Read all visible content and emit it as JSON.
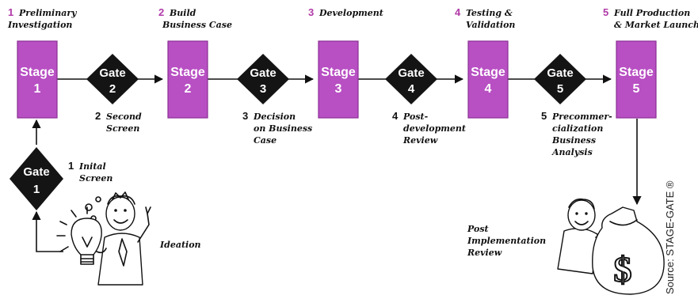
{
  "colors": {
    "stage": "#b84fc3",
    "gate": "#141414",
    "stage_number": "#b03aa8"
  },
  "stage_word": "Stage",
  "gate_word": "Gate",
  "stages": [
    {
      "num": "1",
      "title_lines": [
        "Preliminary",
        "Investigation"
      ]
    },
    {
      "num": "2",
      "title_lines": [
        "Build",
        "Business Case"
      ]
    },
    {
      "num": "3",
      "title_lines": [
        "Development"
      ]
    },
    {
      "num": "4",
      "title_lines": [
        "Testing &",
        "Validation"
      ]
    },
    {
      "num": "5",
      "title_lines": [
        "Full Production",
        "& Market Launch"
      ]
    }
  ],
  "gates": [
    {
      "num": "1",
      "label_lines": [
        "Inital",
        "Screen"
      ]
    },
    {
      "num": "2",
      "label_lines": [
        "Second",
        "Screen"
      ]
    },
    {
      "num": "3",
      "label_lines": [
        "Decision",
        "on Business",
        "Case"
      ]
    },
    {
      "num": "4",
      "label_lines": [
        "Post-",
        "development",
        "Review"
      ]
    },
    {
      "num": "5",
      "label_lines": [
        "Precommer-",
        "cialization",
        "Business",
        "Analysis"
      ]
    }
  ],
  "ideation_label": "Ideation",
  "post_review_lines": [
    "Post",
    "Implementation",
    "Review"
  ],
  "source_credit": "Source: STAGE-GATE ®"
}
